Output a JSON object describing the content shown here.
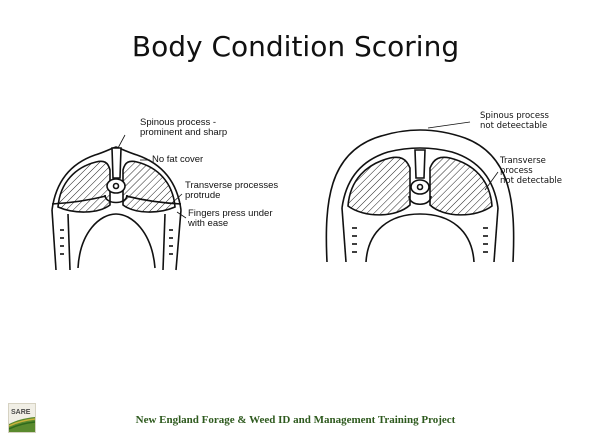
{
  "slide": {
    "title": "Body Condition Scoring",
    "footer": "New England Forage & Weed ID and Management Training Project",
    "logo_text": "SARE",
    "accent_color": "#2e5a1e"
  },
  "left_diagram": {
    "labels": {
      "spinous_1": "Spinous process -",
      "spinous_2": "prominent and sharp",
      "fat": "No fat cover",
      "transverse_1": "Transverse processes",
      "transverse_2": "protrude",
      "fingers_1": "Fingers press under",
      "fingers_2": "with ease"
    }
  },
  "right_diagram": {
    "labels": {
      "spinous_1": "Spinous process",
      "spinous_2": "not deteectable",
      "transverse_1": "Transverse",
      "transverse_2": "process",
      "transverse_3": "not detectable"
    }
  }
}
